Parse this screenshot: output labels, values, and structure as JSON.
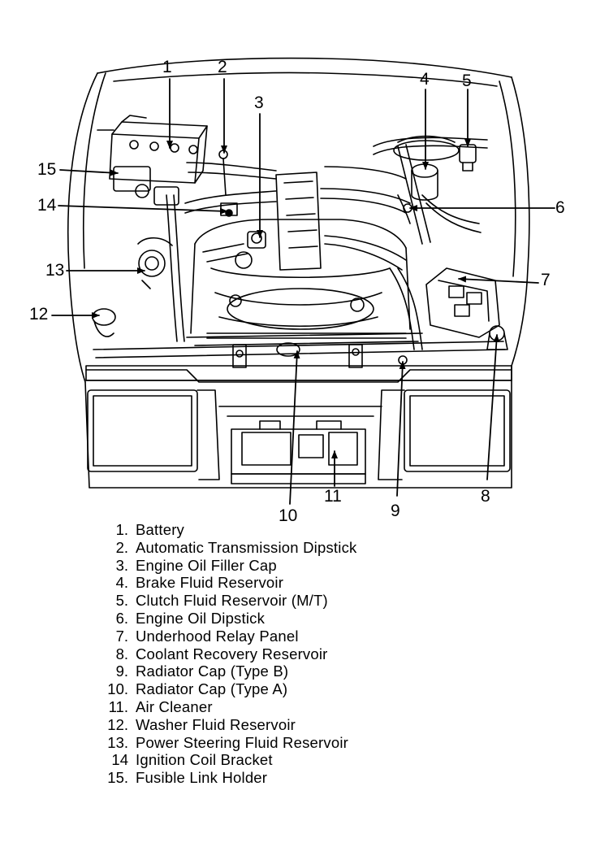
{
  "callouts": [
    {
      "number": "1"
    },
    {
      "number": "2"
    },
    {
      "number": "3"
    },
    {
      "number": "4"
    },
    {
      "number": "5"
    },
    {
      "number": "6"
    },
    {
      "number": "7"
    },
    {
      "number": "8"
    },
    {
      "number": "9"
    },
    {
      "number": "10"
    },
    {
      "number": "11"
    },
    {
      "number": "12"
    },
    {
      "number": "13"
    },
    {
      "number": "14"
    },
    {
      "number": "15"
    }
  ],
  "legend": [
    {
      "number": "1.",
      "label": "Battery"
    },
    {
      "number": "2.",
      "label": "Automatic Transmission Dipstick"
    },
    {
      "number": "3.",
      "label": "Engine Oil Filler Cap"
    },
    {
      "number": "4.",
      "label": "Brake Fluid Reservoir"
    },
    {
      "number": "5.",
      "label": "Clutch Fluid Reservoir (M/T)"
    },
    {
      "number": "6.",
      "label": "Engine Oil Dipstick"
    },
    {
      "number": "7.",
      "label": "Underhood Relay Panel"
    },
    {
      "number": "8.",
      "label": "Coolant Recovery Reservoir"
    },
    {
      "number": "9.",
      "label": "Radiator Cap (Type B)"
    },
    {
      "number": "10.",
      "label": "Radiator Cap (Type A)"
    },
    {
      "number": "11.",
      "label": "Air Cleaner"
    },
    {
      "number": "12.",
      "label": "Washer Fluid Reservoir"
    },
    {
      "number": "13.",
      "label": "Power Steering Fluid Reservoir"
    },
    {
      "number": "14",
      "label": "Ignition Coil Bracket"
    },
    {
      "number": "15.",
      "label": "Fusible Link Holder"
    }
  ]
}
